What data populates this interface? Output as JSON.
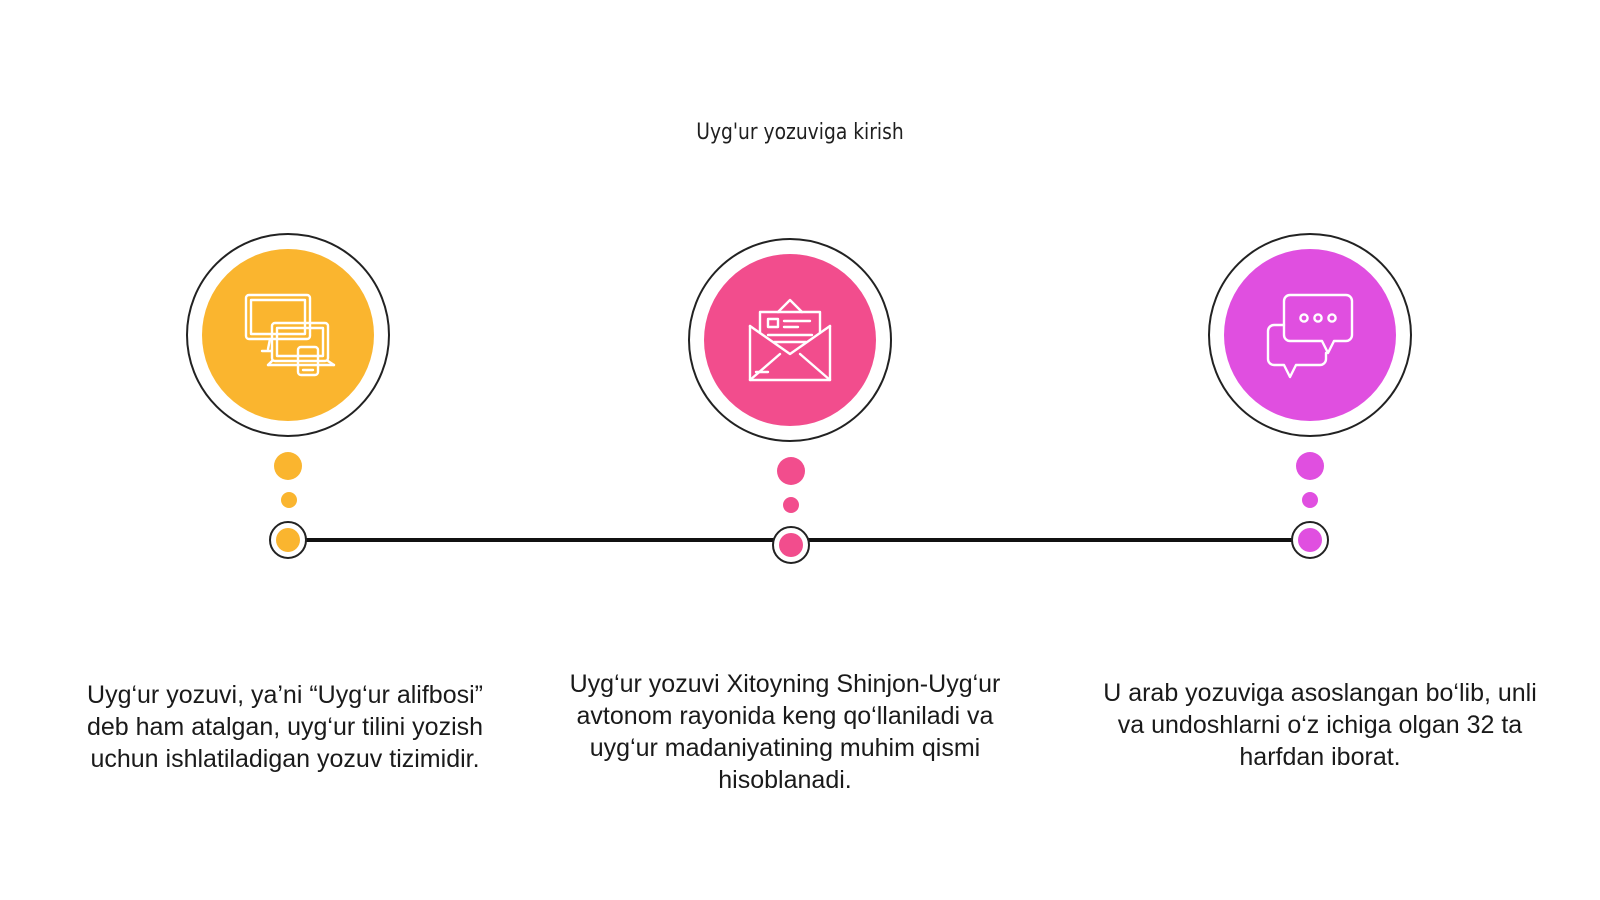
{
  "title": "Uyg'ur yozuviga kirish",
  "steps": [
    {
      "color": "#FAB52F",
      "icon": "devices-icon",
      "text": "Uyg‘ur yozuvi, ya’ni “Uyg‘ur alifbosi” deb ham atalgan, uyg‘ur tilini yozish uchun ishlatiladigan yozuv tizimidir."
    },
    {
      "color": "#F24D8D",
      "icon": "envelope-letter-icon",
      "text": "Uyg‘ur yozuvi Xitoyning Shinjon-Uyg‘ur avtonom rayonida keng qo‘llaniladi va uyg‘ur madaniyatining muhim qismi hisoblanadi."
    },
    {
      "color": "#E04FE0",
      "icon": "chat-bubbles-icon",
      "text": "U arab yozuviga asoslangan bo‘lib, unli va undoshlarni o‘z ichiga olgan 32 ta harfdan iborat."
    }
  ]
}
